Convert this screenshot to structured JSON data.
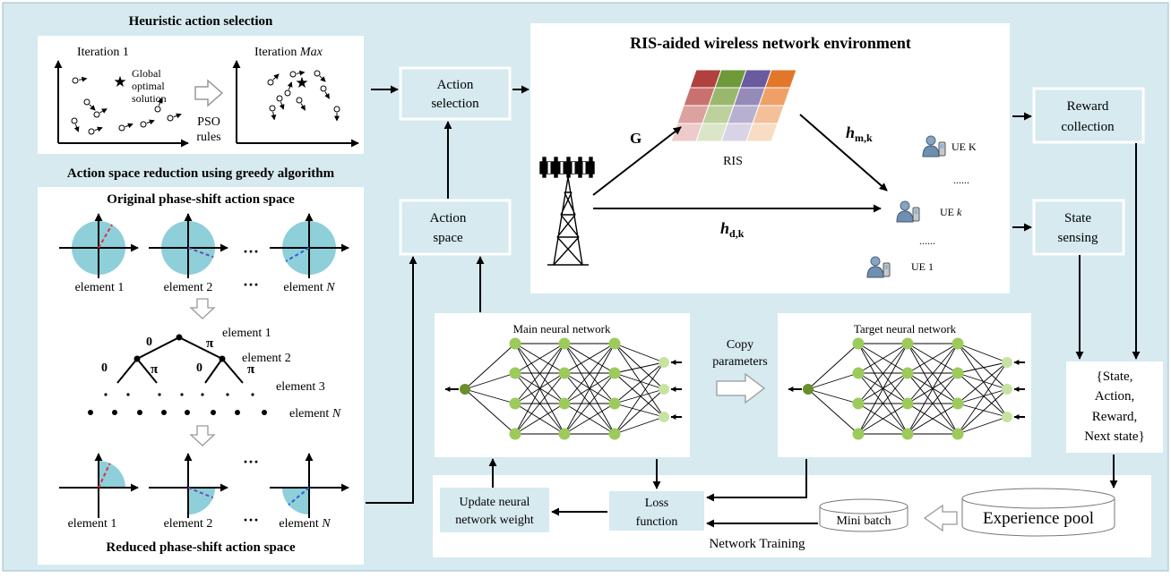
{
  "colors": {
    "outer_bg": "#d6eaf0",
    "panel_bg": "#ffffff",
    "box_bg": "#d6eaf0",
    "circle_fill": "#8ecfd9",
    "node_dark": "#6a8e2b",
    "node_mid": "#9ccb5c",
    "node_light": "#c8e3a1",
    "star": "#7b3fa0",
    "red_dash": "#e0303a",
    "purple_dash": "#6a4caa",
    "blue_dash": "#2f5fd6",
    "ris_top": [
      "#b0413e",
      "#6e9a3a",
      "#6a5a9e",
      "#e2772a"
    ],
    "ris_row2": [
      "#c9716f",
      "#99b86e",
      "#958ab8",
      "#eea067"
    ],
    "ris_row3": [
      "#dca2a0",
      "#bdd19e",
      "#b8b0d0",
      "#f3c09a"
    ],
    "ris_row4": [
      "#eccbca",
      "#dbe6c8",
      "#d8d3e6",
      "#f8dcc4"
    ]
  },
  "heuristic": {
    "title": "Heuristic action selection",
    "iter1": "Iteration 1",
    "iter_max_prefix": "Iteration ",
    "iter_max_italic": "Max",
    "global_l1": "Global",
    "global_l2": "optimal",
    "global_l3": "solution",
    "pso_l1": "PSO",
    "pso_l2": "rules"
  },
  "reduction": {
    "title": "Action space reduction using greedy algorithm",
    "original_title": "Original phase-shift action space",
    "reduced_title": "Reduced phase-shift action space",
    "elem1": "element 1",
    "elem2": "element 2",
    "elemN_prefix": "element ",
    "elemN_italic": "N",
    "dots": "···",
    "tree_elem1": "element 1",
    "tree_elem2": "element 2",
    "tree_elem3": "element 3",
    "tree_elemN_prefix": "element ",
    "tree_elemN_italic": "N",
    "zero": "0",
    "pi": "π"
  },
  "action_selection": {
    "l1": "Action",
    "l2": "selection"
  },
  "action_space": {
    "l1": "Action",
    "l2": "space"
  },
  "environment": {
    "title": "RIS-aided wireless network environment",
    "G": "G",
    "ris": "RIS",
    "hmk_main": "h",
    "hmk_sub": "m,k",
    "hdk_main": "h",
    "hdk_sub": "d,k",
    "ueK_prefix": "UE K",
    "uek_prefix": "UE ",
    "uek_italic": "k",
    "ue1": "UE 1",
    "dots": "......"
  },
  "reward": {
    "l1": "Reward",
    "l2": "collection"
  },
  "state_sensing": {
    "l1": "State",
    "l2": "sensing"
  },
  "tuple": {
    "l1": "{State,",
    "l2": "Action,",
    "l3": "Reward,",
    "l4": "Next state}"
  },
  "main_nn": {
    "title": "Main neural network"
  },
  "target_nn": {
    "title": "Target neural network"
  },
  "copy": {
    "l1": "Copy",
    "l2": "parameters"
  },
  "training": {
    "label": "Network Training",
    "update_l1": "Update neural",
    "update_l2": "network weight",
    "loss_l1": "Loss",
    "loss_l2": "function",
    "mini_batch": "Mini batch",
    "experience_pool": "Experience pool"
  }
}
